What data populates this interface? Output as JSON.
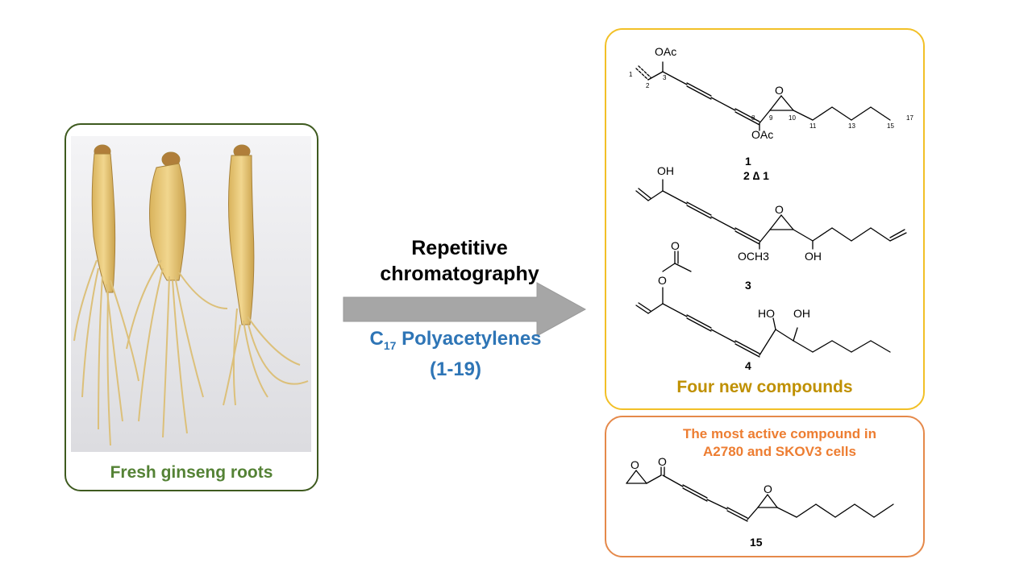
{
  "roots": {
    "caption": "Fresh ginseng roots"
  },
  "process": {
    "label": "Repetitive chromatography",
    "product_prefix": "C",
    "product_subscript": "17",
    "product_name": " Polyacetylenes",
    "product_range": "(1-19)"
  },
  "new_compounds": {
    "caption": "Four new compounds",
    "c1": {
      "label": "1",
      "oac_top": "OAc",
      "oac_bottom": "OAc",
      "o": "O"
    },
    "c2_note": "2 ∆ 1",
    "c3": {
      "label": "3",
      "oh_top": "OH",
      "o": "O",
      "och3": "OCH3",
      "oh_bottom": "OH"
    },
    "c4": {
      "label": "4",
      "o_top": "O",
      "o_ester": "O",
      "ho": "HO",
      "oh": "OH"
    },
    "locants": [
      "1",
      "2",
      "3",
      "8",
      "9",
      "10",
      "11",
      "13",
      "15",
      "17"
    ]
  },
  "active": {
    "caption": "The most active compound in A2780 and SKOV3 cells",
    "label": "15",
    "ketone_o": "O",
    "epoxide_o": "O"
  },
  "colors": {
    "roots_border": "#3e5a1f",
    "roots_caption": "#548235",
    "new_border": "#f2c027",
    "new_caption": "#bf9000",
    "active_border": "#e5894a",
    "active_caption": "#ed7d31",
    "product_label": "#2e75b6",
    "arrow": "#a6a6a6"
  }
}
